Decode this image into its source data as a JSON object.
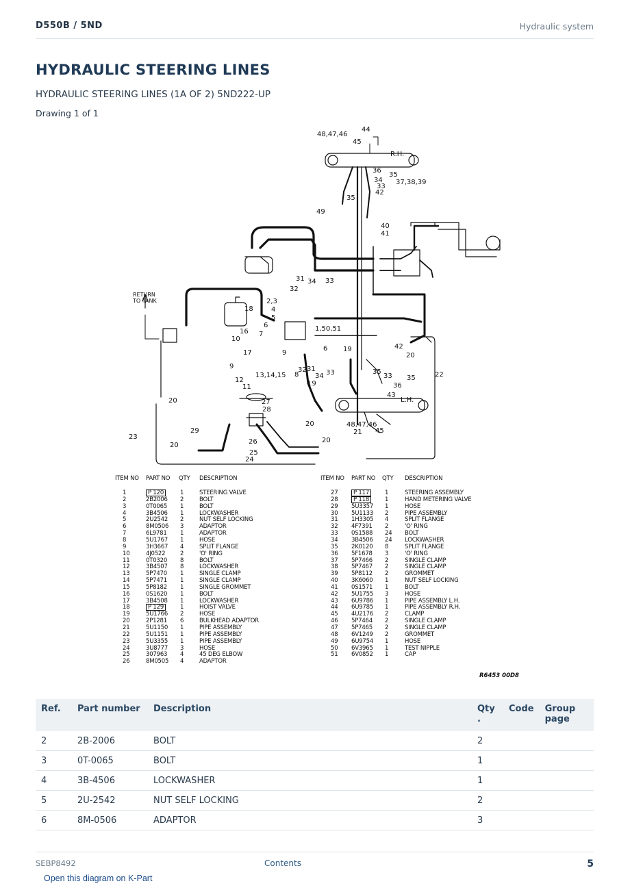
{
  "header": {
    "model": "D550B  /  5ND",
    "section": "Hydraulic system"
  },
  "title": "HYDRAULIC STEERING LINES",
  "subtitle": "HYDRAULIC STEERING LINES (1A OF 2) 5ND222-UP",
  "drawing_count": "Drawing 1 of 1",
  "diagram": {
    "callouts": [
      "48,47,46",
      "44",
      "45",
      "R.H.",
      "36",
      "35",
      "34",
      "33",
      "37,38,39",
      "42",
      "35",
      "49",
      "40",
      "41",
      "RETURN",
      "TO TANK",
      "31",
      "34",
      "33",
      "32",
      "2,3",
      "4",
      "5",
      "18",
      "16",
      "10",
      "7",
      "6",
      "1,50,51",
      "6",
      "19",
      "42",
      "20",
      "17",
      "9",
      "8",
      "32",
      "31",
      "34",
      "33",
      "13,14,15",
      "12",
      "11",
      "9",
      "22",
      "35",
      "33",
      "35",
      "36",
      "43",
      "L.H.",
      "27",
      "28",
      "20",
      "29",
      "23",
      "26",
      "20",
      "25",
      "24",
      "20",
      "48,47,46",
      "21",
      "45",
      "19",
      "20"
    ]
  },
  "parts_list": {
    "headers": [
      "ITEM NO",
      "PART NO",
      "QTY",
      "DESCRIPTION"
    ],
    "left": [
      [
        "1",
        "P 120",
        "1",
        "STEERING VALVE"
      ],
      [
        "2",
        "2B2006",
        "2",
        "BOLT"
      ],
      [
        "3",
        "0T0065",
        "1",
        "BOLT"
      ],
      [
        "4",
        "3B4506",
        "1",
        "LOCKWASHER"
      ],
      [
        "5",
        "2U2542",
        "2",
        "NUT SELF LOCKING"
      ],
      [
        "6",
        "8M0506",
        "3",
        "ADAPTOR"
      ],
      [
        "7",
        "6L9781",
        "1",
        "ADAPTOR"
      ],
      [
        "8",
        "5U1767",
        "1",
        "HOSE"
      ],
      [
        "9",
        "3H3667",
        "4",
        "SPLIT FLANGE"
      ],
      [
        "10",
        "4J0522",
        "2",
        "'O' RING"
      ],
      [
        "11",
        "0T0320",
        "8",
        "BOLT"
      ],
      [
        "12",
        "3B4507",
        "8",
        "LOCKWASHER"
      ],
      [
        "13",
        "5P7470",
        "1",
        "SINGLE CLAMP"
      ],
      [
        "14",
        "5P7471",
        "1",
        "SINGLE CLAMP"
      ],
      [
        "15",
        "5P8182",
        "1",
        "SINGLE GROMMET"
      ],
      [
        "16",
        "0S1620",
        "1",
        "BOLT"
      ],
      [
        "17",
        "3B4508",
        "1",
        "LOCKWASHER"
      ],
      [
        "18",
        "P 129",
        "1",
        "HOIST VALVE"
      ],
      [
        "19",
        "5U1766",
        "2",
        "HOSE"
      ],
      [
        "20",
        "2P1281",
        "6",
        "BULKHEAD ADAPTOR"
      ],
      [
        "21",
        "5U1150",
        "1",
        "PIPE ASSEMBLY"
      ],
      [
        "22",
        "5U1151",
        "1",
        "PIPE ASSEMBLY"
      ],
      [
        "23",
        "5U3355",
        "1",
        "PIPE ASSEMBLY"
      ],
      [
        "24",
        "3U8777",
        "3",
        "HOSE"
      ],
      [
        "25",
        "307963",
        "4",
        "45 DEG ELBOW"
      ],
      [
        "26",
        "8M0505",
        "4",
        "ADAPTOR"
      ]
    ],
    "right": [
      [
        "27",
        "P 117",
        "1",
        "STEERING ASSEMBLY"
      ],
      [
        "28",
        "P 118",
        "1",
        "HAND METERING VALVE"
      ],
      [
        "29",
        "5U3357",
        "1",
        "HOSE"
      ],
      [
        "30",
        "5U1133",
        "2",
        "PIPE ASSEMBLY"
      ],
      [
        "31",
        "1H3305",
        "4",
        "SPLIT FLANGE"
      ],
      [
        "32",
        "4F7391",
        "2",
        "'O' RING"
      ],
      [
        "33",
        "0S1588",
        "24",
        "BOLT"
      ],
      [
        "34",
        "3B4506",
        "24",
        "LOCKWASHER"
      ],
      [
        "35",
        "2K0120",
        "8",
        "SPLIT FLANGE"
      ],
      [
        "36",
        "5F1678",
        "3",
        "'O' RING"
      ],
      [
        "37",
        "5P7466",
        "2",
        "SINGLE CLAMP"
      ],
      [
        "38",
        "5P7467",
        "2",
        "SINGLE CLAMP"
      ],
      [
        "39",
        "5P8112",
        "2",
        "GROMMET"
      ],
      [
        "40",
        "3K6060",
        "1",
        "NUT SELF LOCKING"
      ],
      [
        "41",
        "0S1571",
        "1",
        "BOLT"
      ],
      [
        "42",
        "5U1755",
        "3",
        "HOSE"
      ],
      [
        "43",
        "6U9786",
        "1",
        "PIPE ASSEMBLY L.H."
      ],
      [
        "44",
        "6U9785",
        "1",
        "PIPE ASSEMBLY R.H."
      ],
      [
        "45",
        "4U2176",
        "2",
        "CLAMP"
      ],
      [
        "46",
        "5P7464",
        "2",
        "SINGLE CLAMP"
      ],
      [
        "47",
        "5P7465",
        "2",
        "SINGLE CLAMP"
      ],
      [
        "48",
        "6V1249",
        "2",
        "GROMMET"
      ],
      [
        "49",
        "6U9754",
        "1",
        "HOSE"
      ],
      [
        "50",
        "6V3965",
        "1",
        "TEST NIPPLE"
      ],
      [
        "51",
        "6V0852",
        "1",
        "CAP"
      ]
    ],
    "boxed_parts": [
      "P 120",
      "P 129",
      "P 117",
      "P 118"
    ]
  },
  "drawing_ref": "R6453 00D8",
  "table": {
    "headers": {
      "ref": "Ref.",
      "part": "Part number",
      "desc": "Description",
      "qty": "Qty\n.",
      "code": "Code",
      "group": "Group\npage"
    },
    "rows": [
      {
        "ref": "2",
        "part": "2B-2006",
        "desc": "BOLT",
        "qty": "2",
        "code": "",
        "group": ""
      },
      {
        "ref": "3",
        "part": "0T-0065",
        "desc": "BOLT",
        "qty": "1",
        "code": "",
        "group": ""
      },
      {
        "ref": "4",
        "part": "3B-4506",
        "desc": "LOCKWASHER",
        "qty": "1",
        "code": "",
        "group": ""
      },
      {
        "ref": "5",
        "part": "2U-2542",
        "desc": "NUT SELF LOCKING",
        "qty": "2",
        "code": "",
        "group": ""
      },
      {
        "ref": "6",
        "part": "8M-0506",
        "desc": "ADAPTOR",
        "qty": "3",
        "code": "",
        "group": ""
      }
    ]
  },
  "footer": {
    "doc_id": "SEBP8492",
    "contents": "Contents",
    "page": "5"
  },
  "kpart_link": "Open this diagram on K-Part"
}
